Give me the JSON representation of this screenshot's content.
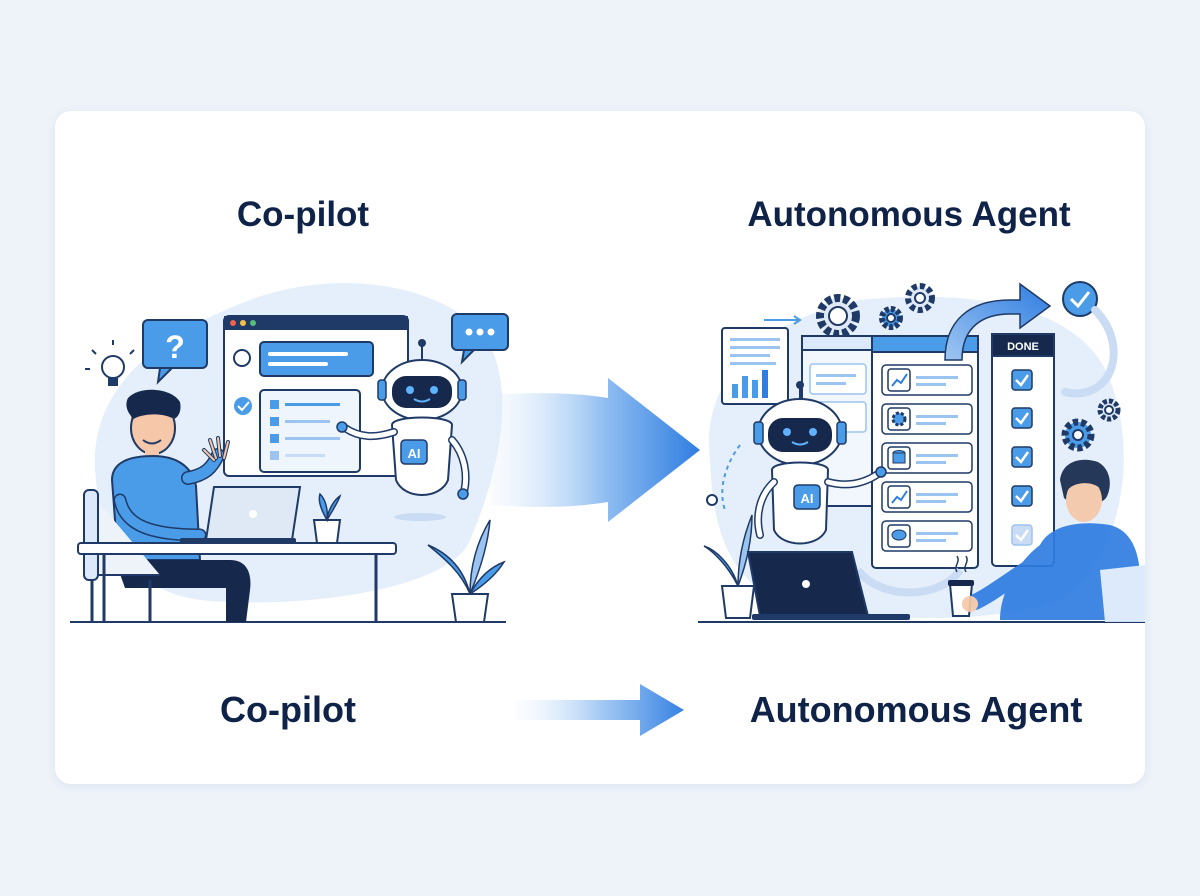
{
  "left_panel": {
    "title": "Co-pilot",
    "question_mark": "?",
    "robot_badge": "AI"
  },
  "right_panel": {
    "title": "Autonomous Agent",
    "done_header": "DONE",
    "robot_badge": "AI"
  },
  "bottom": {
    "left_caption": "Co-pilot",
    "right_caption": "Autonomous Agent"
  },
  "colors": {
    "navy": "#0f2348",
    "accent_blue": "#2f7de1",
    "light_blue": "#dbe9fb",
    "background": "#eef3fa"
  }
}
